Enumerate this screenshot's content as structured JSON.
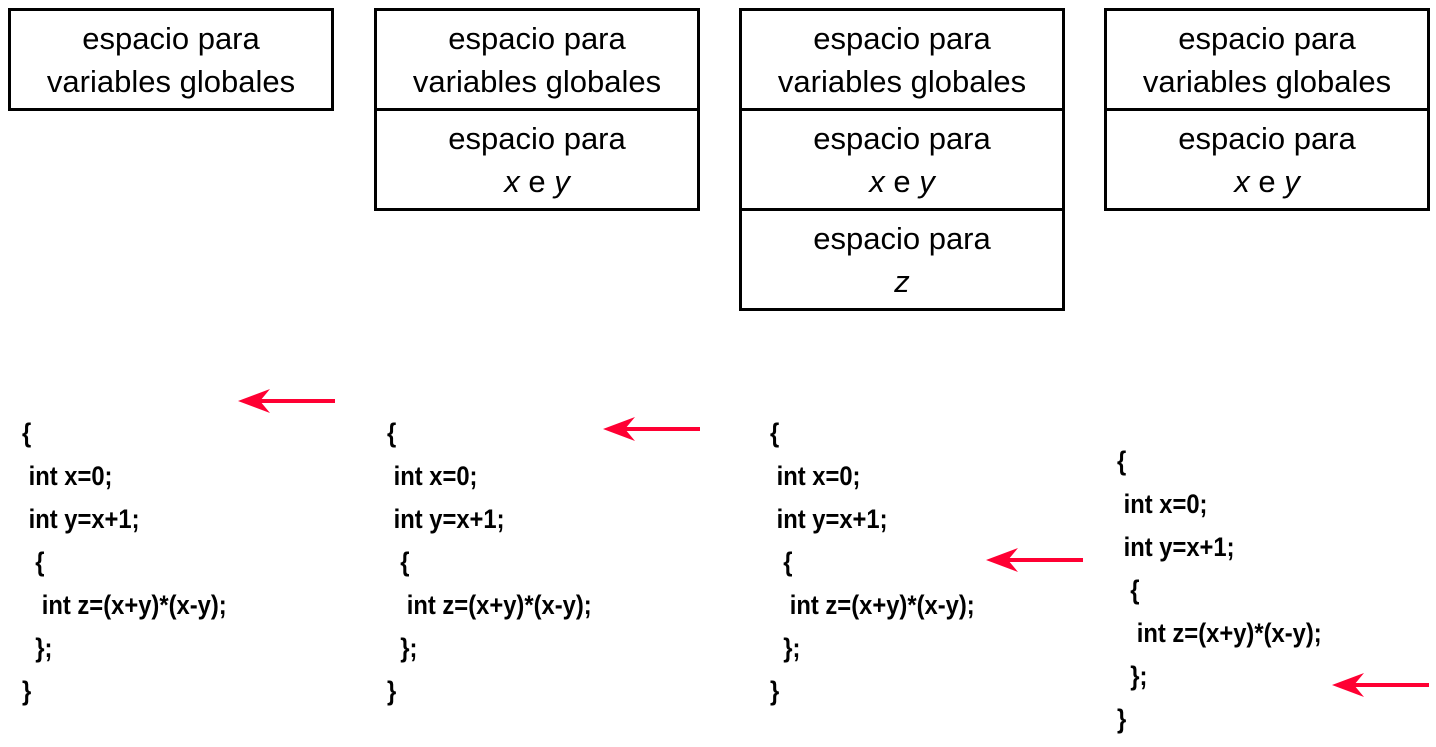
{
  "colors": {
    "border": "#000000",
    "arrow": "#ff0033",
    "text": "#000000"
  },
  "memory_stacks": [
    {
      "cells": [
        {
          "line1": "espacio para",
          "var_a": "",
          "conj": "",
          "var_b": "",
          "line2": "variables globales"
        }
      ]
    },
    {
      "cells": [
        {
          "line1": "espacio para",
          "var_a": "",
          "conj": "",
          "var_b": "",
          "line2": "variables globales"
        },
        {
          "line1": "espacio para",
          "var_a": "x",
          "conj": "e",
          "var_b": "y",
          "line2": ""
        }
      ]
    },
    {
      "cells": [
        {
          "line1": "espacio para",
          "var_a": "",
          "conj": "",
          "var_b": "",
          "line2": "variables globales"
        },
        {
          "line1": "espacio para",
          "var_a": "x",
          "conj": "e",
          "var_b": "y",
          "line2": ""
        },
        {
          "line1": "espacio para",
          "var_a": "z",
          "conj": "",
          "var_b": "",
          "line2": ""
        }
      ]
    },
    {
      "cells": [
        {
          "line1": "espacio para",
          "var_a": "",
          "conj": "",
          "var_b": "",
          "line2": "variables globales"
        },
        {
          "line1": "espacio para",
          "var_a": "x",
          "conj": "e",
          "var_b": "y",
          "line2": ""
        }
      ]
    }
  ],
  "code_lines": [
    "{",
    " int x=0;",
    " int y=x+1;",
    "  {",
    "   int z=(x+y)*(x-y);",
    "  };",
    "}"
  ],
  "arrow_icon": "left-arrow-icon"
}
